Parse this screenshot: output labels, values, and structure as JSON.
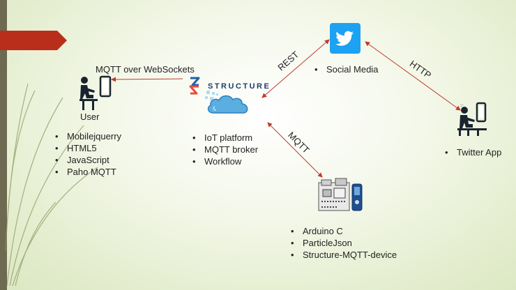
{
  "colors": {
    "arrow": "#c0392b",
    "left_bar": "#6e6a52",
    "pointer": "#b82e1b",
    "twitter_blue": "#1da1f2",
    "structure_blue": "#1e5fa8",
    "structure_red": "#e74c3c",
    "cloud": "#5aaee0",
    "person": "#1a2430"
  },
  "icons": {
    "twitter": "twitter-bird-icon",
    "structure": "structure-logo-icon",
    "cloud": "cloud-icon",
    "user": "person-at-phone-icon",
    "twitter_app_user": "person-at-phone-icon",
    "device": "arduino-particle-device-icon"
  },
  "structure": {
    "wordmark": "STRUCTURE",
    "bullets": [
      "IoT platform",
      "MQTT broker",
      "Workflow"
    ]
  },
  "user": {
    "title": "User",
    "bullets": [
      "Mobilejquerry",
      "HTML5",
      "JavaScript",
      "Paho MQTT"
    ]
  },
  "social": {
    "bullet": "Social Media"
  },
  "twitter_app": {
    "bullet": "Twitter App"
  },
  "device": {
    "bullets": [
      "Arduino C",
      "ParticleJson",
      "Structure-MQTT-device"
    ]
  },
  "edges": {
    "mqtt_websockets": "MQTT over WebSockets",
    "rest": "REST",
    "http": "HTTP",
    "mqtt": "MQTT"
  }
}
